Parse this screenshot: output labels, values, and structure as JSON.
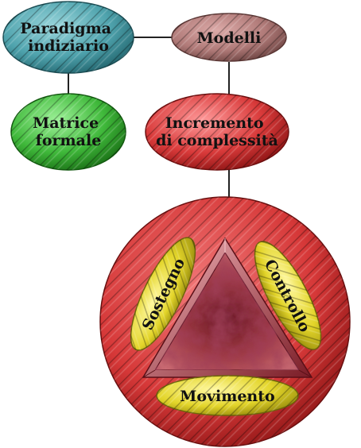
{
  "diagram": {
    "nodes": {
      "paradigma": {
        "lines": [
          "Paradigma",
          "indiziario"
        ]
      },
      "modelli": {
        "lines": [
          "Modelli"
        ]
      },
      "matrice": {
        "lines": [
          "Matrice",
          "formale"
        ]
      },
      "incremento": {
        "lines": [
          "Incremento",
          "di complessità"
        ]
      },
      "sostegno": {
        "label": "Sostegno"
      },
      "controllo": {
        "label": "Controllo"
      },
      "movimento": {
        "label": "Movimento"
      }
    },
    "colors": {
      "teal": "#4fa3ad",
      "mauve": "#b07a78",
      "green": "#3fb83a",
      "red": "#d93a3a",
      "yellow": "#e3d52a",
      "connector": "#222222",
      "marble": "#8a2430"
    }
  }
}
